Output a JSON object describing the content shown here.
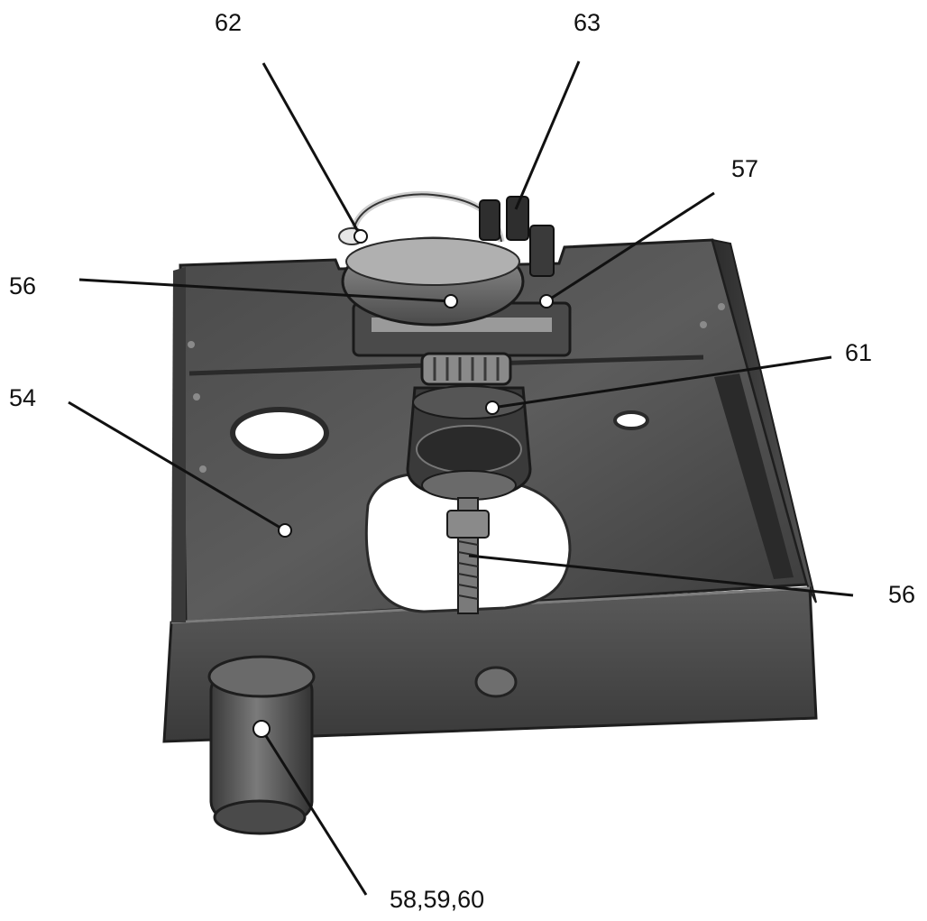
{
  "figure": {
    "callouts": [
      {
        "id": "c62",
        "label": "62"
      },
      {
        "id": "c63",
        "label": "63"
      },
      {
        "id": "c57",
        "label": "57"
      },
      {
        "id": "c56a",
        "label": "56"
      },
      {
        "id": "c61",
        "label": "61"
      },
      {
        "id": "c54",
        "label": "54"
      },
      {
        "id": "c56b",
        "label": "56"
      },
      {
        "id": "c58",
        "label": "58,59,60"
      }
    ]
  }
}
